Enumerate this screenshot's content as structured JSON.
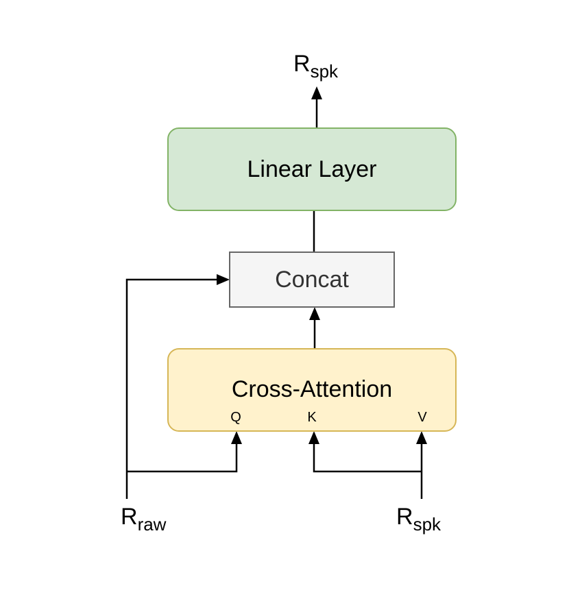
{
  "nodes": {
    "linear_layer": {
      "label": "Linear Layer",
      "fill": "#d5e8d4",
      "stroke": "#82b366"
    },
    "concat": {
      "label": "Concat",
      "fill": "#f5f5f5",
      "stroke": "#666666"
    },
    "cross_attention": {
      "label": "Cross-Attention",
      "fill": "#fff2cc",
      "stroke": "#d6b656",
      "ports": {
        "q": "Q",
        "k": "K",
        "v": "V"
      }
    }
  },
  "variables": {
    "output": {
      "base": "R",
      "subscript": "spk"
    },
    "input_raw": {
      "base": "R",
      "subscript": "raw"
    },
    "input_spk": {
      "base": "R",
      "subscript": "spk"
    }
  }
}
